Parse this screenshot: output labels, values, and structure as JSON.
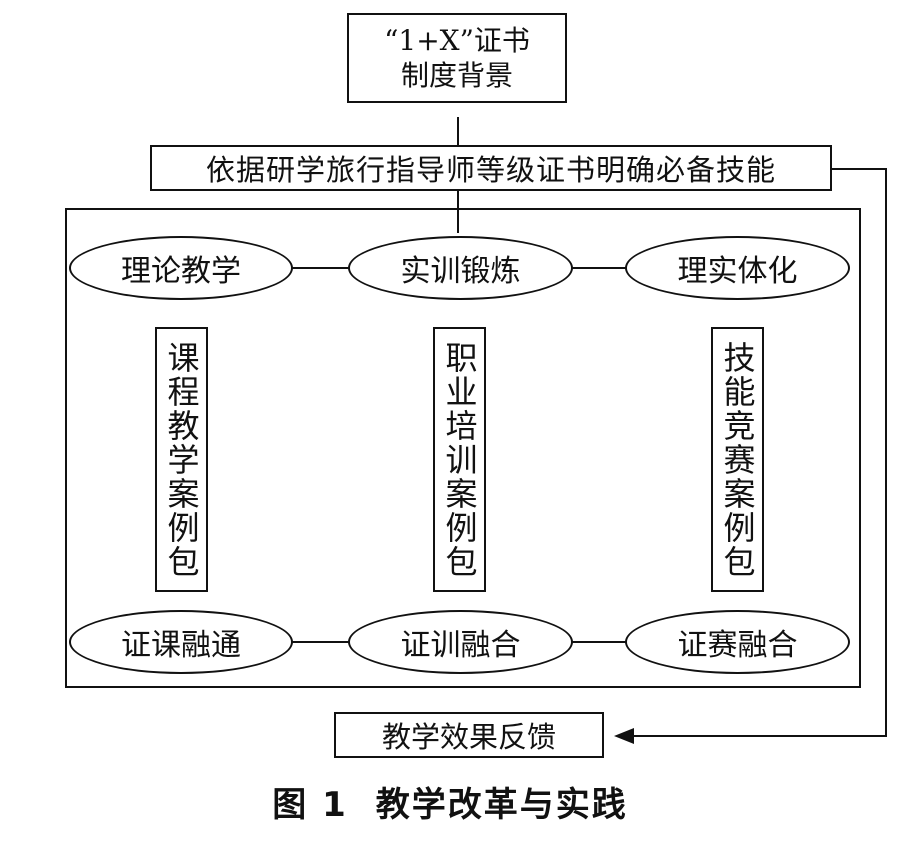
{
  "diagram": {
    "background_box": {
      "line1": "“1+X”证书",
      "line2": "制度背景"
    },
    "skills_box": "依据研学旅行指导师等级证书明确必备技能",
    "top_row": [
      "理论教学",
      "实训锻炼",
      "理实体化"
    ],
    "columns": [
      "课程教学案例包",
      "职业培训案例包",
      "技能竞赛案例包"
    ],
    "bottom_row": [
      "证课融通",
      "证训融合",
      "证赛融合"
    ],
    "feedback_box": "教学效果反馈"
  },
  "caption": {
    "number": "图 1",
    "title": "教学改革与实践"
  }
}
